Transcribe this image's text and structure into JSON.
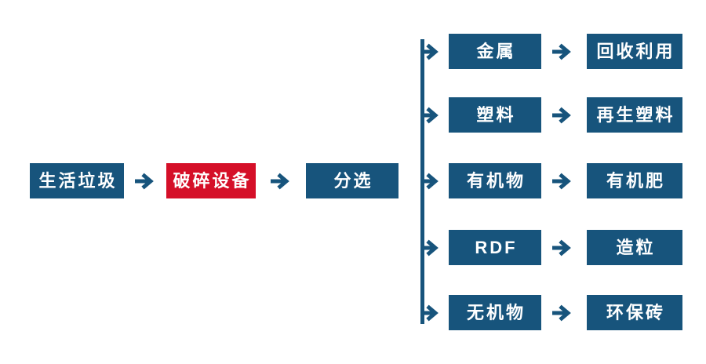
{
  "colors": {
    "background": "#FFFFFF",
    "box_blue": "#17547C",
    "box_red": "#D50F28",
    "arrow_blue": "#17547C",
    "text": "#FFFFFF"
  },
  "diagram": {
    "type": "flowchart",
    "main_flow": [
      {
        "label": "生活垃圾",
        "variant": "blue"
      },
      {
        "label": "破碎设备",
        "variant": "red"
      },
      {
        "label": "分选",
        "variant": "blue"
      }
    ],
    "branches": [
      {
        "source": "金属",
        "result": "回收利用"
      },
      {
        "source": "塑料",
        "result": "再生塑料"
      },
      {
        "source": "有机物",
        "result": "有机肥"
      },
      {
        "source": "RDF",
        "result": "造粒"
      },
      {
        "source": "无机物",
        "result": "环保砖"
      }
    ]
  }
}
